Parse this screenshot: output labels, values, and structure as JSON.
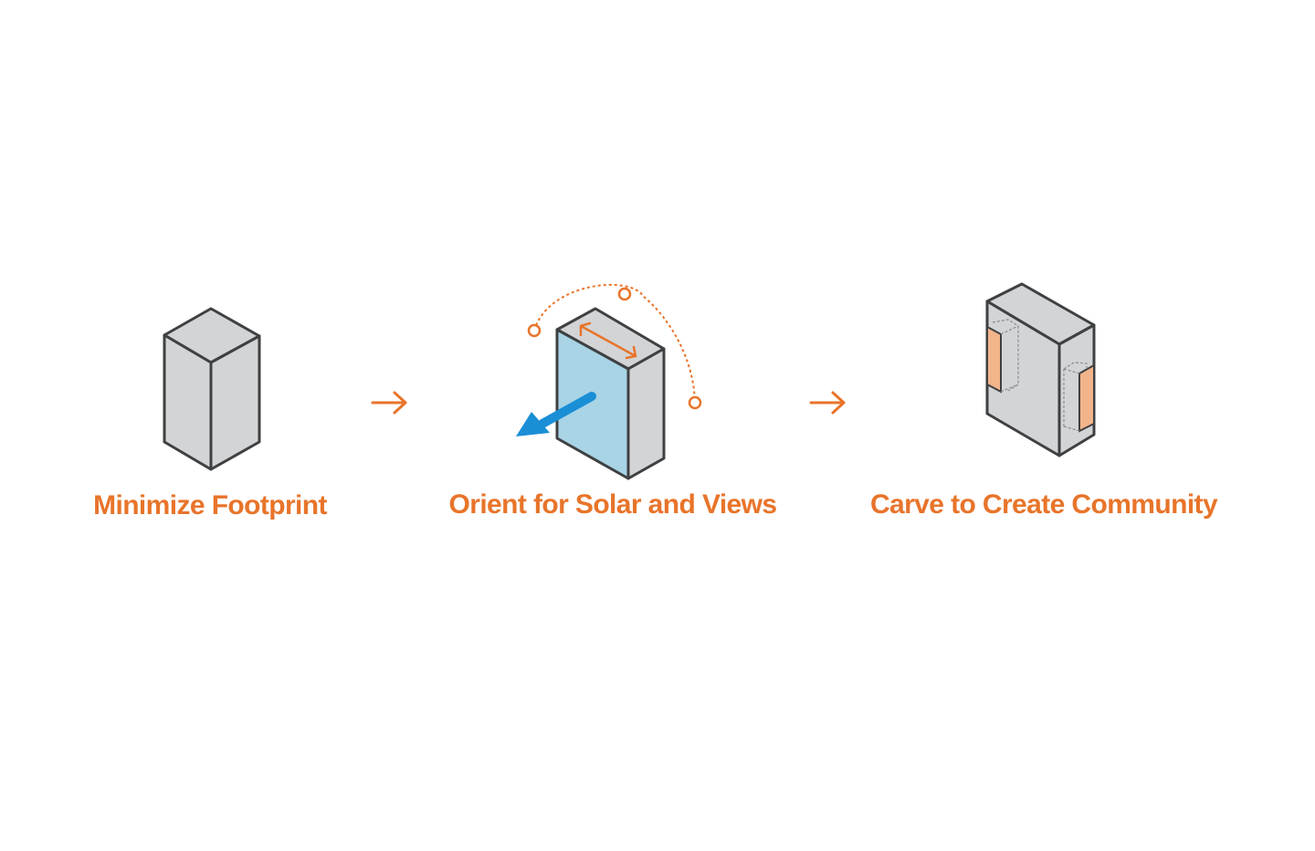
{
  "colors": {
    "accent": "#e8742a",
    "block_fill": "#d3d4d6",
    "block_stroke": "#3f4042",
    "glass_fill": "#a8d4e6",
    "view_arrow": "#1a8fd6",
    "carve_fill": "#f2b48a"
  },
  "steps": [
    {
      "label": "Minimize Footprint",
      "icon": "tall-block-icon"
    },
    {
      "label": "Orient for Solar and Views",
      "icon": "oriented-block-icon"
    },
    {
      "label": "Carve to Create Community",
      "icon": "carved-block-icon"
    }
  ],
  "connectors": [
    {
      "icon": "arrow-right-icon"
    },
    {
      "icon": "arrow-right-icon"
    }
  ]
}
